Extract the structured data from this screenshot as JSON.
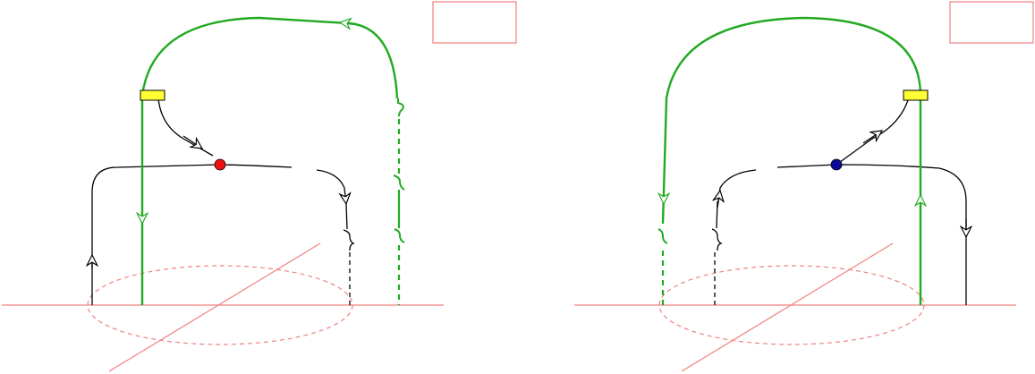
{
  "colors": {
    "background": "#ffffff",
    "black": "#000000",
    "green": "#22aa22",
    "salmon": "#f08080",
    "dashed_salmon": "#f08080",
    "yellow": "#ffff33",
    "red_dot": "#ee1111",
    "blue_dot": "#0a0a99"
  },
  "panels": [
    {
      "name": "left-panel",
      "marker_color": "red"
    },
    {
      "name": "right-panel",
      "marker_color": "blue"
    }
  ]
}
